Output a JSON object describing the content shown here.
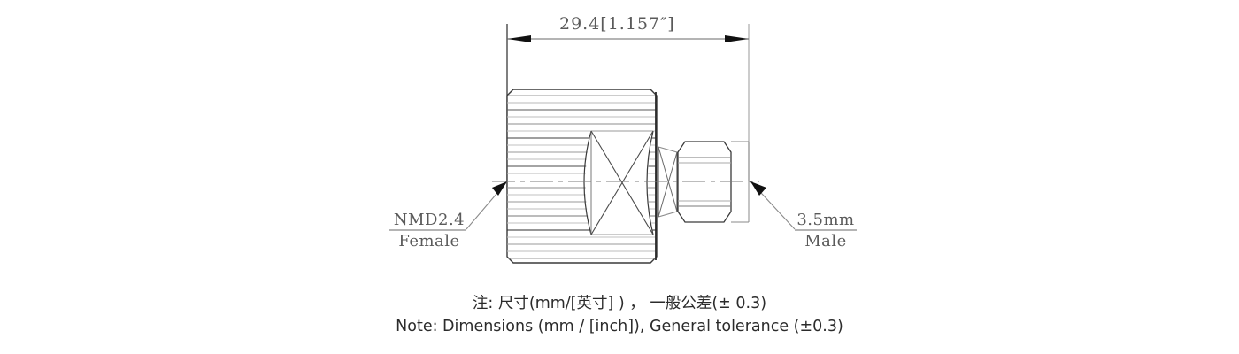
{
  "drawing": {
    "title_dimension": "29.4[1.157″]",
    "left_callout": {
      "series": "NMD2.4",
      "gender": "Female"
    },
    "right_callout": {
      "series": "3.5mm",
      "gender": "Male"
    },
    "notes": {
      "chinese": "注: 尺寸(mm/[英寸] ) ， 一般公差(± 0.3)",
      "english": "Note: Dimensions (mm / [inch]), General tolerance (±0.3)"
    },
    "colors": {
      "outline": "#3a3a3a",
      "knurl_light": "#b9b9b9",
      "knurl_dark": "#4a4a4a",
      "text": "#5a5a5a",
      "note_text": "#2b2b2b",
      "background": "#ffffff"
    },
    "icons": {
      "left_arrow": "dimension-arrow-left",
      "right_arrow": "dimension-arrow-right",
      "leader_arrow": "leader-arrowhead"
    }
  }
}
